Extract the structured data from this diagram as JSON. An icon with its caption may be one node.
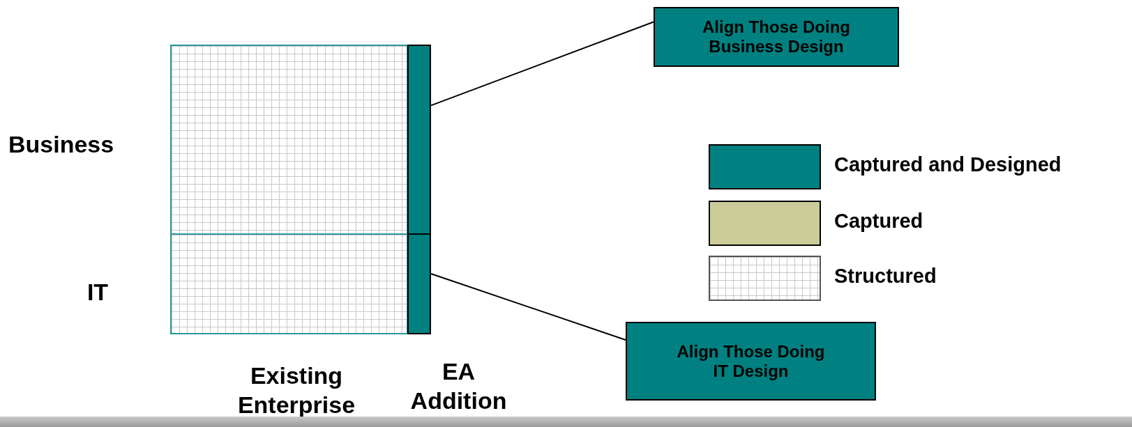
{
  "diagram": {
    "nodes": [
      {
        "text": [],
        "shape": "box"
      },
      {
        "text": [],
        "shape": "box"
      },
      {
        "text": [],
        "shape": "bar"
      },
      {
        "text": [],
        "shape": "bar"
      },
      {
        "text": [
          "Align Those Doing Business Design"
        ]
      },
      {
        "text": [
          "Align Those Doing IT Design"
        ]
      }
    ],
    "edges": [
      {
        "from": 4,
        "to": 2,
        "arrow": "none"
      },
      {
        "from": 5,
        "to": 3,
        "arrow": "none"
      }
    ],
    "labels": [
      "Business",
      "IT",
      "Existing Enterprise",
      "EA Addition"
    ],
    "legend": [
      {
        "text": "Captured and Designed",
        "color": "#008080"
      },
      {
        "text": "Captured",
        "color": "#cccc99"
      },
      {
        "text": "Structured"
      }
    ]
  }
}
